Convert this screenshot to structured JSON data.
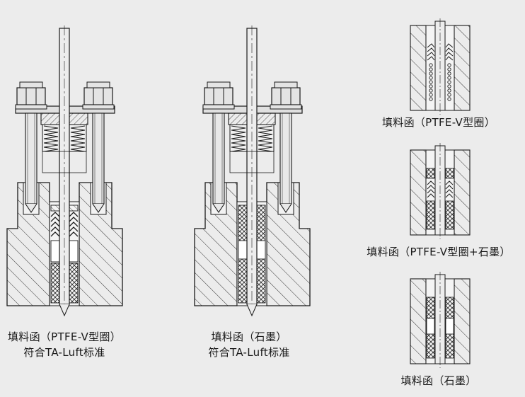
{
  "assemblies": [
    {
      "id": "a1",
      "line1": "填料函（PTFE-V型圈）",
      "line2": "符合TA-Luft标准",
      "packing": "vring"
    },
    {
      "id": "a2",
      "line1": "填料函（石墨）",
      "line2": "符合TA-Luft标准",
      "packing": "graphite"
    }
  ],
  "details": [
    {
      "id": "d1",
      "label": "填料函（PTFE-V型圈）",
      "packing": "vring-spring"
    },
    {
      "id": "d2",
      "label": "填料函（PTFE-V型圈+石墨）",
      "packing": "vring-graphite"
    },
    {
      "id": "d3",
      "label": "填料函（石墨）",
      "packing": "graphite"
    }
  ],
  "colors": {
    "background": "#ececec",
    "line": "#1a1a1a",
    "fill": "#d6d6d6"
  }
}
